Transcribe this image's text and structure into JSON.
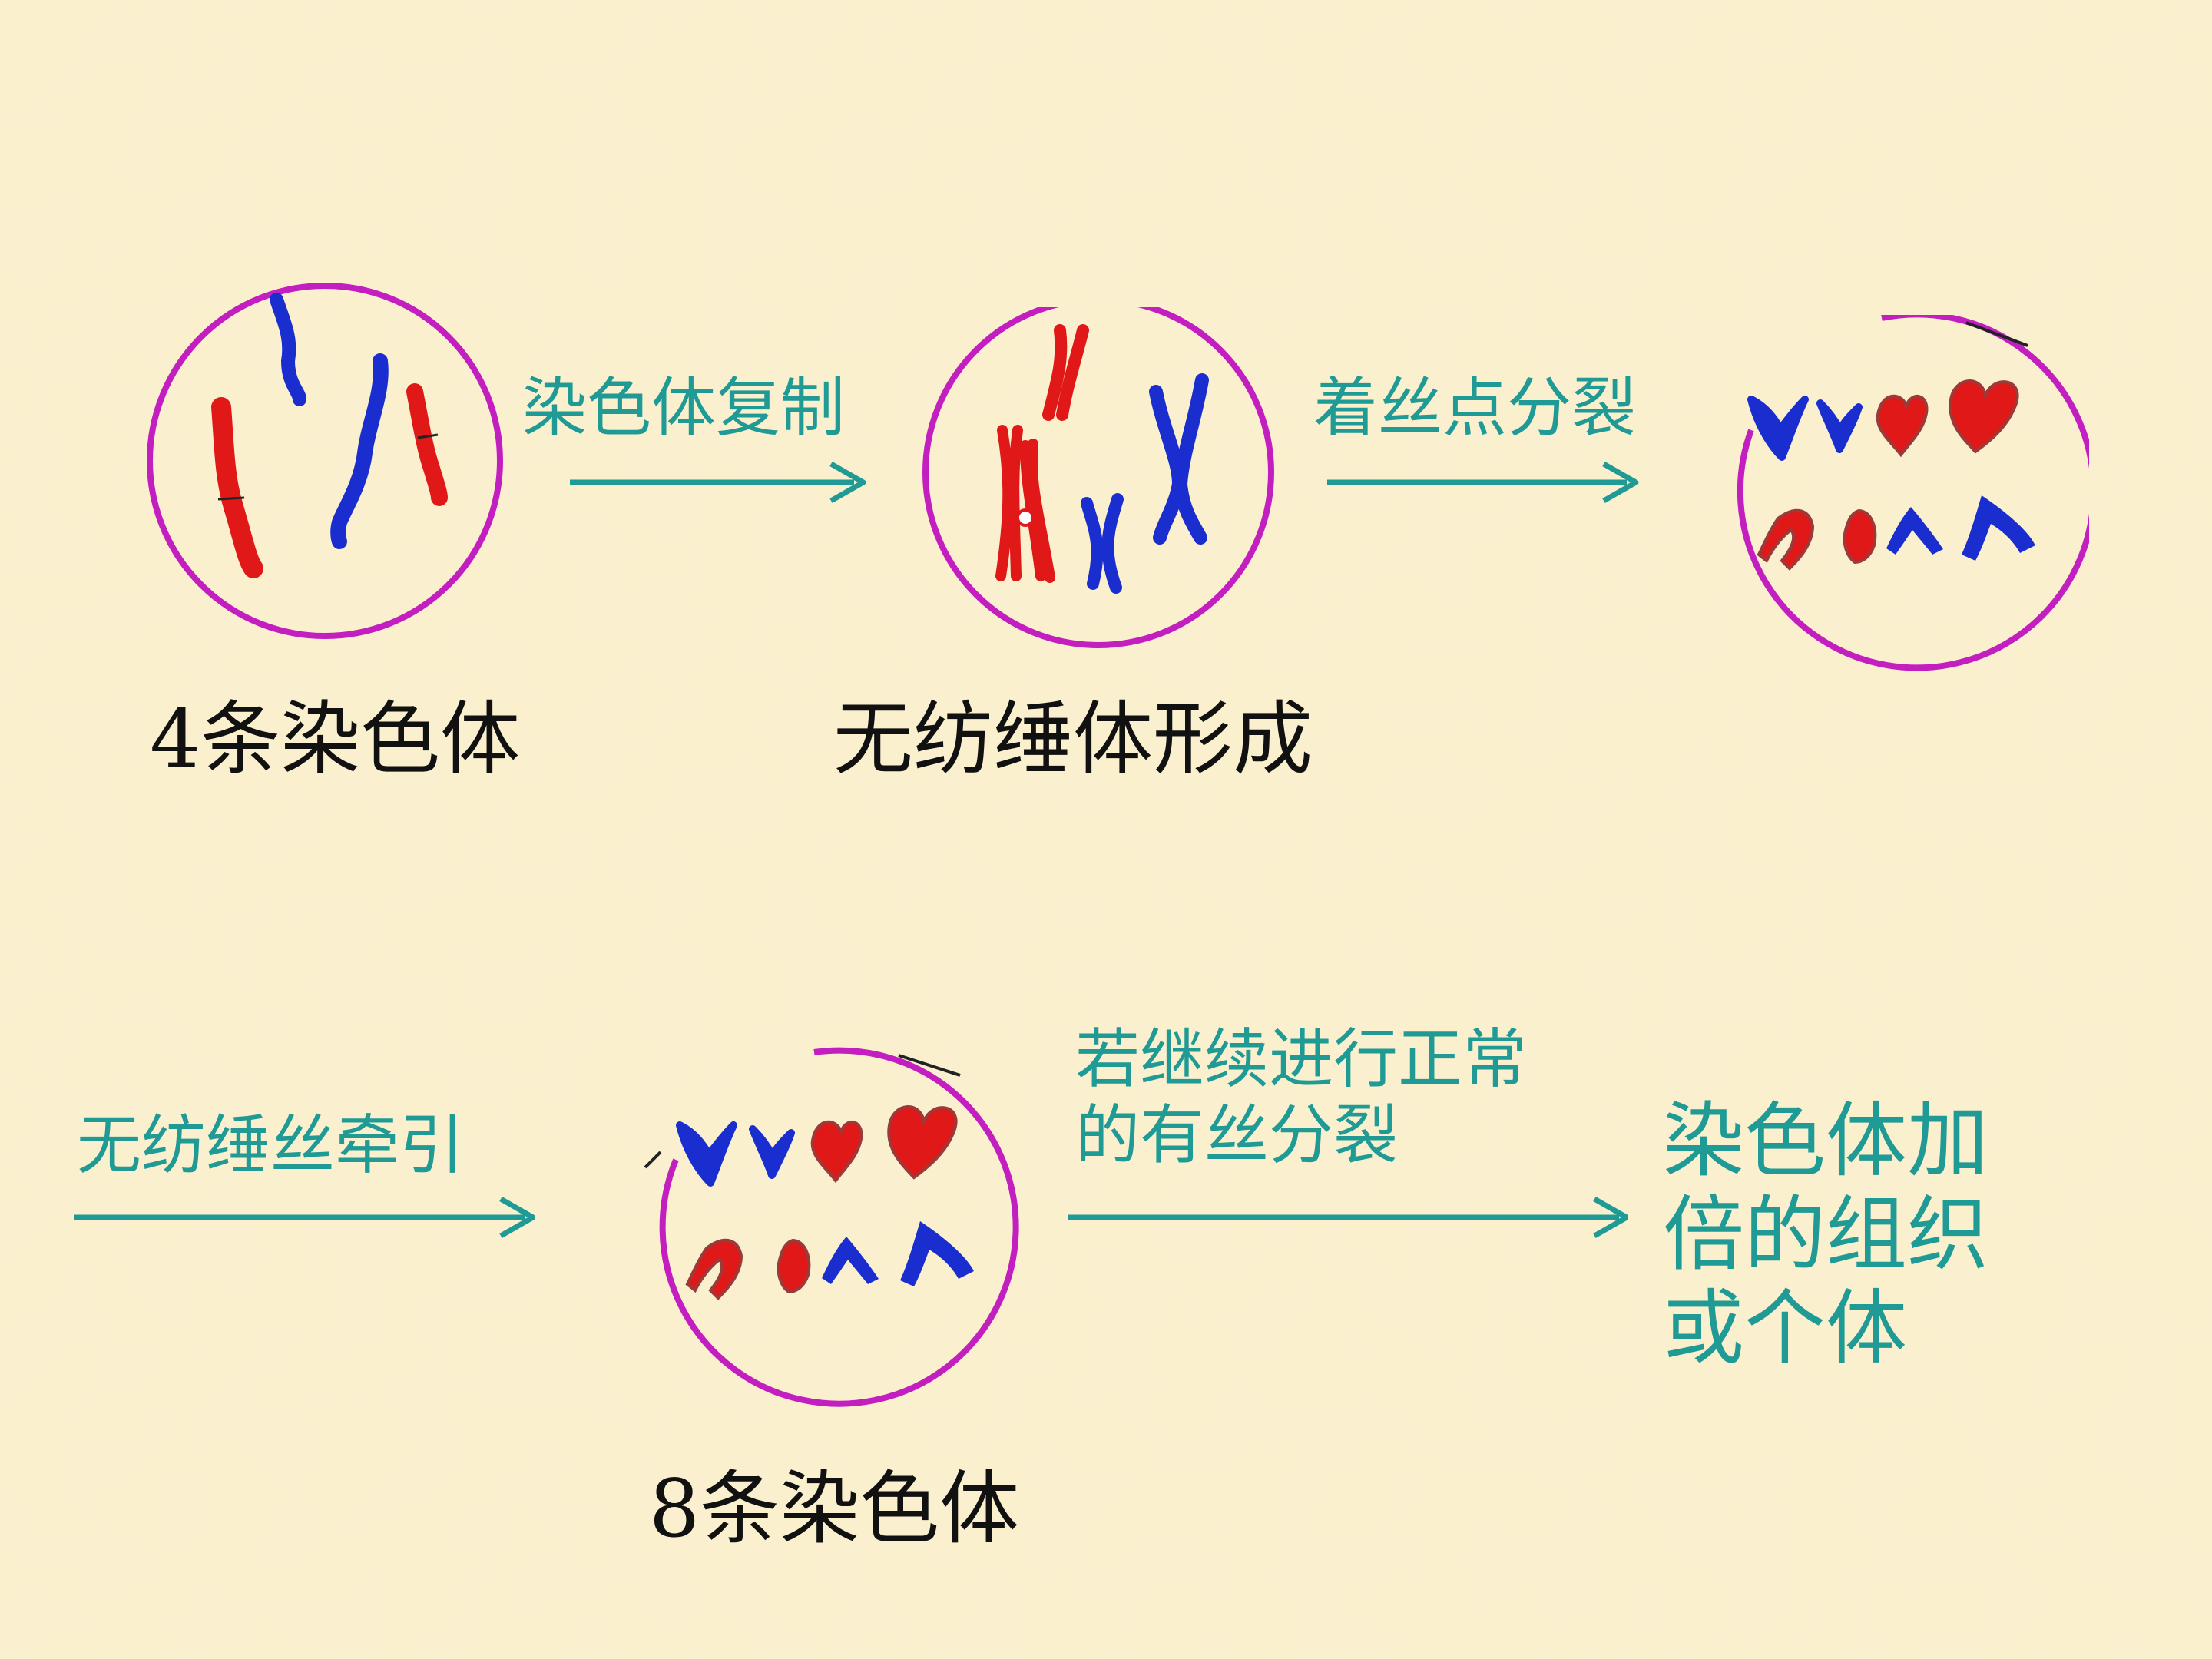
{
  "labels": {
    "cell1_caption": "4条染色体",
    "cell2_caption": "无纺缍体形成",
    "cell4_caption": "8条染色体",
    "arrow1": "染色体复制",
    "arrow2": "着丝点分裂",
    "arrow3": "无纺缍丝牵引",
    "arrow4_line1": "若继续进行正常",
    "arrow4_line2": "的有丝分裂",
    "result_line1": "染色体加",
    "result_line2": "倍的组织",
    "result_line3": "或个体"
  },
  "colors": {
    "background": "#fbf0cc",
    "membrane": "#c31fc0",
    "arrow": "#1f9a95",
    "maternal": "#e01818",
    "paternal": "#1a2ed0"
  }
}
